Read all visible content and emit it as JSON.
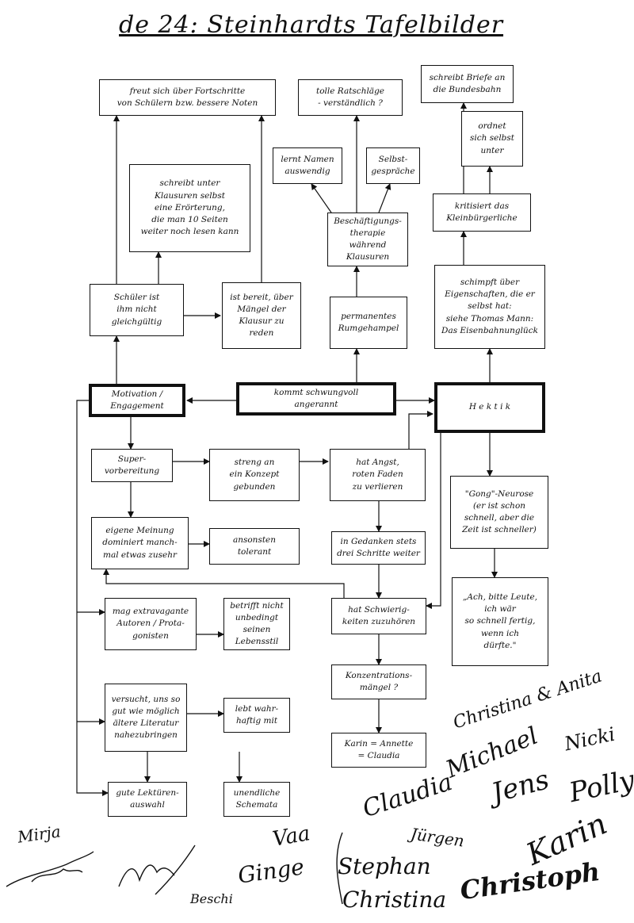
{
  "title": "de 24:  Steinhardts Tafelbilder",
  "boxes": {
    "freut": "freut sich über Fortschritte\nvon Schülern bzw. bessere Noten",
    "schreibt": "schreibt unter\nKlausuren selbst\neine Erörterung,\ndie man 10 Seiten\nweiter noch lesen kann",
    "schueler": "Schüler ist\nihm nicht\ngleichgültig",
    "bereit": "ist bereit, über\nMängel der\nKlausur zu\nreden",
    "motivation": "Motivation /\nEngagement",
    "kommt": "kommt schwungvoll\nangerannt",
    "hektik": "H e k t i k",
    "tolle": "tolle Ratschläge\n- verständlich ?",
    "lernt": "lernt Namen\nauswendig",
    "selbst": "Selbst-\ngespräche",
    "beschaeft": "Beschäftigungs-\ntherapie während\nKlausuren",
    "permanent": "permanentes\nRumgehampel",
    "briefe": "schreibt Briefe an\ndie Bundesbahn",
    "ordnet": "ordnet\nsich selbst\nunter",
    "kritisiert": "kritisiert das\nKleinbürgerliche",
    "schimpft": "schimpft über\nEigenschaften, die er\nselbst hat:\nsiehe Thomas Mann:\nDas Eisenbahnunglück",
    "super": "Super-\nvorbereitung",
    "streng": "streng an\nein Konzept\ngebunden",
    "angst": "hat Angst,\nroten Faden\nzu verlieren",
    "meinung": "eigene Meinung\ndominiert manch-\nmal etwas zusehr",
    "ansonsten": "ansonsten\ntolerant",
    "gedanken": "in Gedanken stets\ndrei Schritte weiter",
    "gong": "\"Gong\"-Neurose\n(er ist schon\nschnell, aber die\nZeit ist schneller)",
    "ach": "„Ach, bitte Leute,\nich wär\nso schnell fertig,\nwenn ich\ndürfte.\"",
    "mag": "mag extravagante\nAutoren / Prota-\ngonisten",
    "betrifft": "betrifft nicht\nunbedingt seinen\nLebensstil",
    "schwierig": "hat Schwierig-\nkeiten zuzuhören",
    "konzentration": "Konzentrations-\nmängel ?",
    "versucht": "versucht, uns so\ngut wie möglich\nältere Literatur\nnahezubringen",
    "lebt": "lebt wahr-\nhaftig mit",
    "karin": "Karin = Annette\n= Claudia",
    "gute": "gute Lektüren-\nauswahl",
    "unendliche": "unendliche\nSchemata"
  },
  "signatures": [
    "Christina & Anita",
    "Michael",
    "Nicki",
    "Jens",
    "Claudia",
    "Polly",
    "Karin",
    "Jürgen",
    "Christoph",
    "Stephan",
    "Christina",
    "Vaa",
    "Ginge",
    "Mirja",
    "Beschi"
  ]
}
